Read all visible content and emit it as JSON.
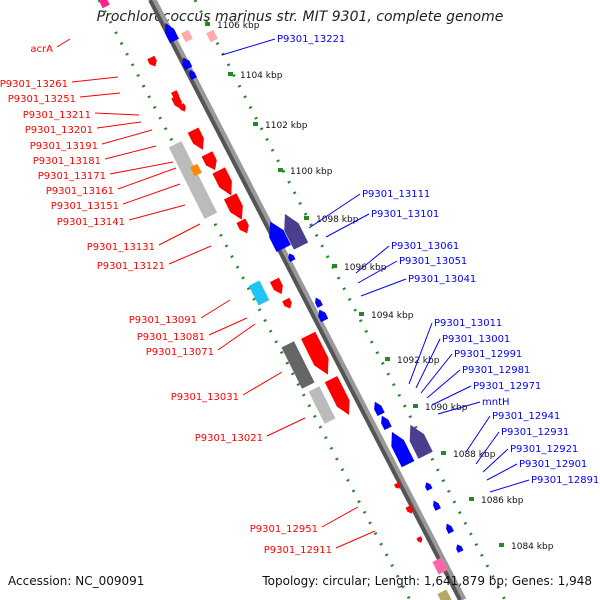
{
  "title": "Prochlorococcus marinus str. MIT 9301, complete genome",
  "footer": {
    "accession": "Accession: NC_009091",
    "summary": "Topology: circular; Length: 1,641,879 bp; Genes: 1,948"
  },
  "colors": {
    "forward": "#ff0000",
    "reverse": "#0000ff",
    "dark_blue": "#4a3f8f",
    "grey": "#bbbbbb",
    "dark_grey": "#666666",
    "cyan": "#1fc4f0",
    "orange": "#ff8800",
    "pink": "#ff66aa",
    "backbone": "#777777",
    "ruler": "#228b22"
  },
  "ruler_labels": [
    "1106 kbp",
    "1104 kbp",
    "1102 kbp",
    "1100 kbp",
    "1098 kbp",
    "1096 kbp",
    "1094 kbp",
    "1092 kbp",
    "1090 kbp",
    "1088 kbp",
    "1086 kbp",
    "1084 kbp"
  ],
  "left_labels": [
    "acrA",
    "P9301_13261",
    "P9301_13251",
    "P9301_13211",
    "P9301_13201",
    "P9301_13191",
    "P9301_13181",
    "P9301_13171",
    "P9301_13161",
    "P9301_13151",
    "P9301_13141",
    "P9301_13131",
    "P9301_13121",
    "P9301_13091",
    "P9301_13081",
    "P9301_13071",
    "P9301_13031",
    "P9301_13021",
    "P9301_12951",
    "P9301_12911"
  ],
  "right_labels": [
    "P9301_13221",
    "P9301_13111",
    "P9301_13101",
    "P9301_13061",
    "P9301_13051",
    "P9301_13041",
    "P9301_13011",
    "P9301_13001",
    "P9301_12991",
    "P9301_12981",
    "P9301_12971",
    "mntH",
    "P9301_12941",
    "P9301_12931",
    "P9301_12921",
    "P9301_12901",
    "P9301_12891"
  ]
}
